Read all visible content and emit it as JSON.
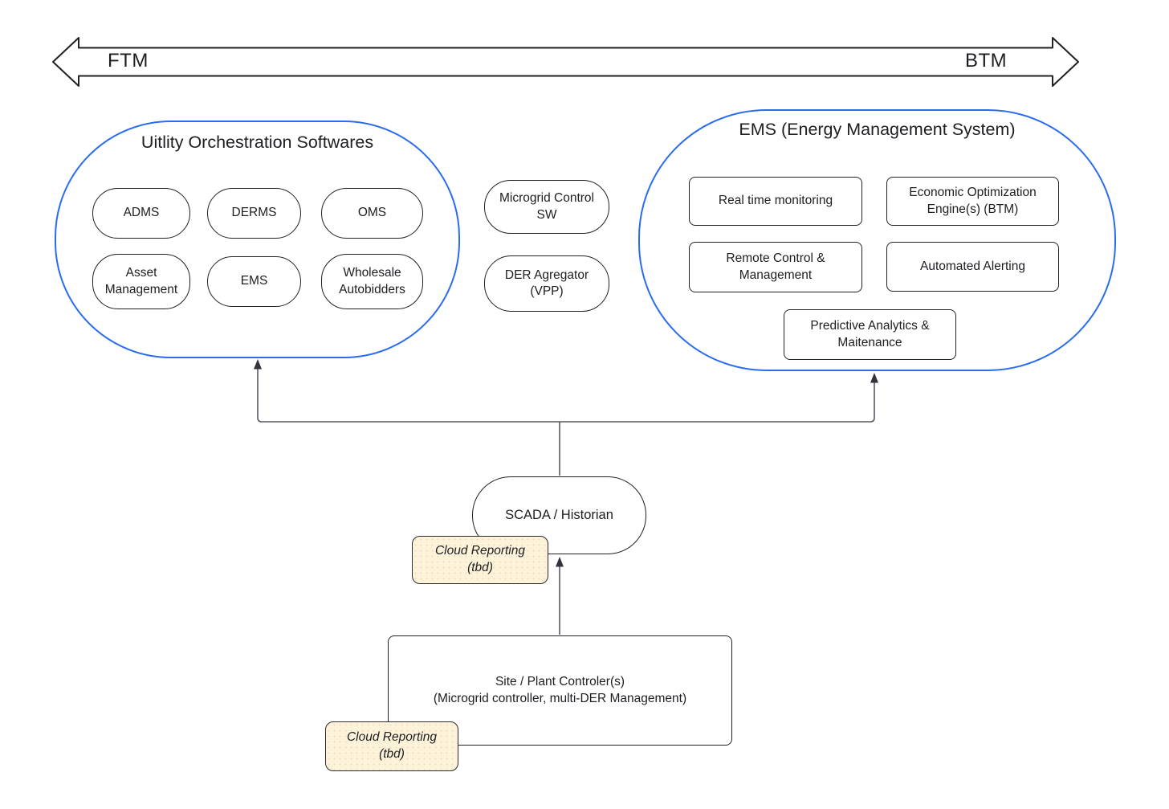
{
  "scale_arrow": {
    "left_label": "FTM",
    "right_label": "BTM"
  },
  "utility_group": {
    "title": "Uitlity Orchestration Softwares",
    "items": [
      "ADMS",
      "DERMS",
      "OMS",
      "Asset Management",
      "EMS",
      "Wholesale Autobidders"
    ]
  },
  "middleware": {
    "items": [
      "Microgrid Control SW",
      "DER Agregator (VPP)"
    ]
  },
  "ems_group": {
    "title": "EMS (Energy Management System)",
    "items": [
      "Real time monitoring",
      "Economic Optimization Engine(s) (BTM)",
      "Remote Control & Management",
      "Automated Alerting",
      "Predictive Analytics & Maitenance"
    ]
  },
  "scada": {
    "label": "SCADA / Historian"
  },
  "site_controller": {
    "line1": "Site / Plant Controler(s)",
    "line2": "(Microgrid controller, multi-DER Management)"
  },
  "cloud_reporting": {
    "line1": "Cloud Reporting",
    "line2": "(tbd)"
  },
  "colors": {
    "group_outline": "#2a6cf0",
    "node_outline": "#202124",
    "connector": "#5a5a64",
    "cloud_fill": "#fcf3da",
    "background": "#ffffff",
    "text": "#1e1e22"
  }
}
